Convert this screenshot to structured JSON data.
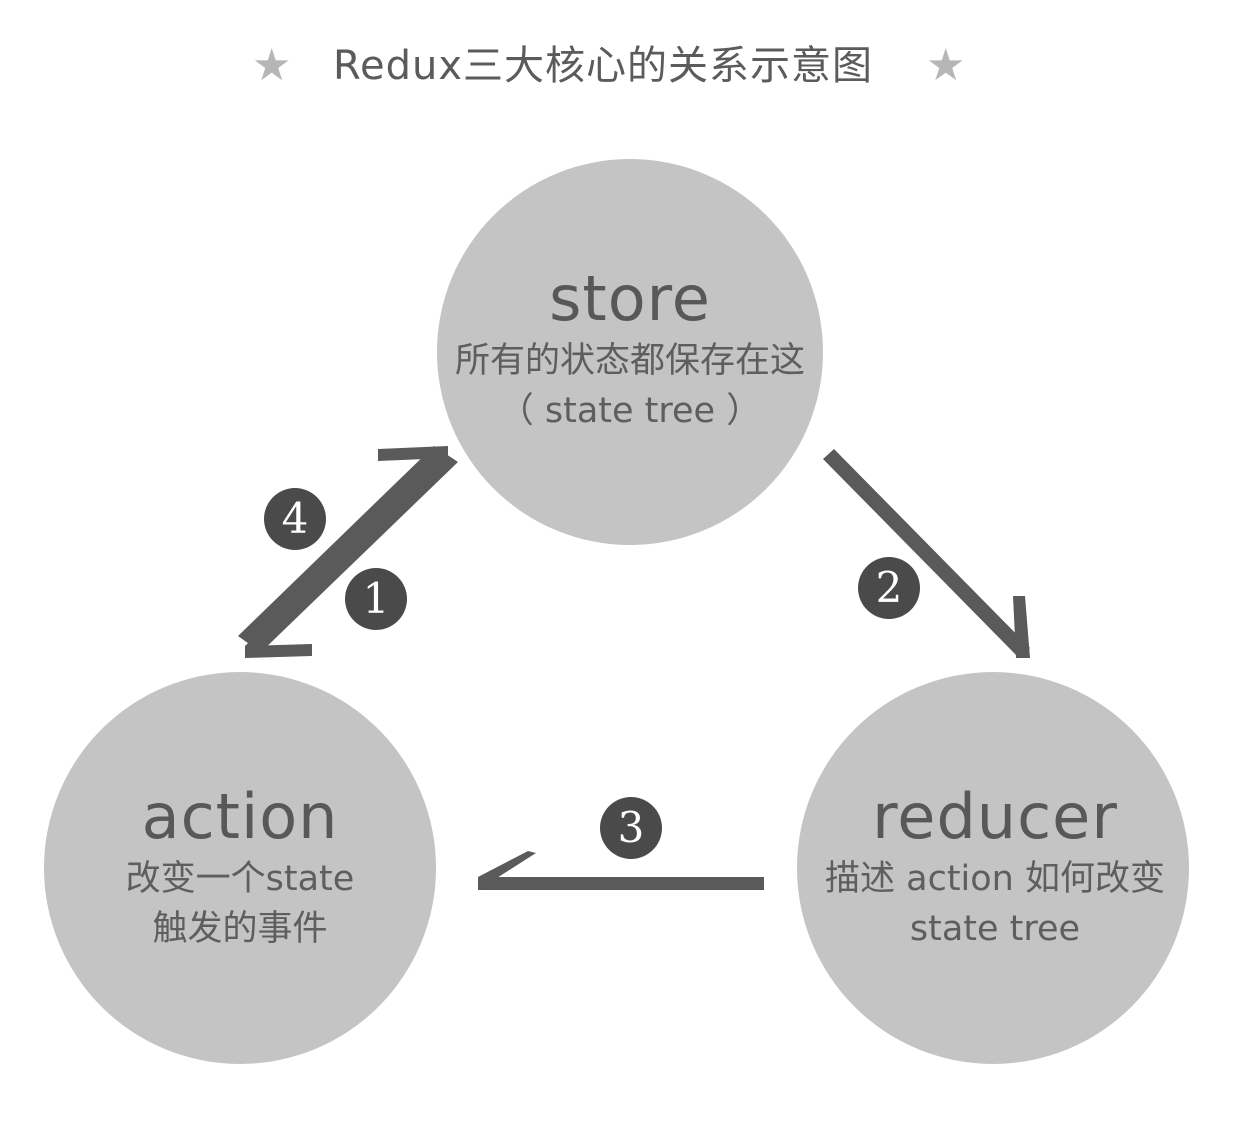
{
  "title": {
    "text": "Redux三大核心的关系示意图",
    "star_icon": "★"
  },
  "nodes": {
    "store": {
      "name": "store",
      "desc_line1": "所有的状态都保存在这",
      "desc_line2": "（ state tree ）"
    },
    "action": {
      "name": "action",
      "desc_line1": "改变一个state",
      "desc_line2": "触发的事件"
    },
    "reducer": {
      "name": "reducer",
      "desc_line1": "描述 action 如何改变",
      "desc_line2": "state tree"
    }
  },
  "steps": {
    "one": "1",
    "two": "2",
    "three": "3",
    "four": "4"
  },
  "colors": {
    "circle_fill": "#c4c4c4",
    "arrow": "#5a5a5a",
    "badge": "#4a4a4a",
    "star": "#b6b6b6",
    "text": "#585858"
  }
}
